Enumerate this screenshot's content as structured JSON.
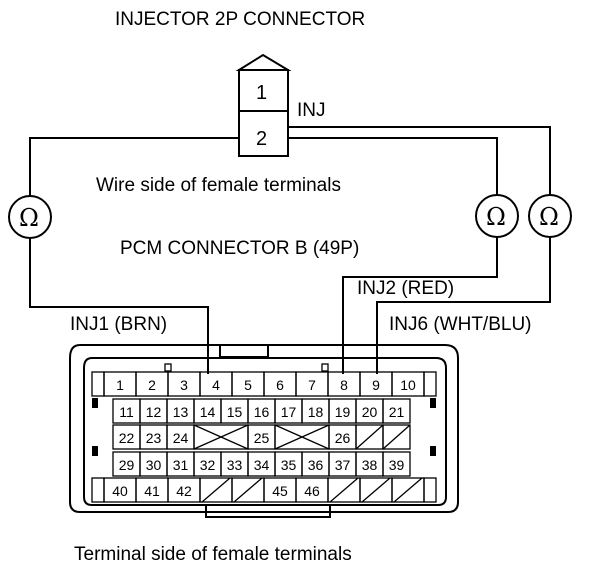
{
  "labels": {
    "injector_connector": "INJECTOR 2P CONNECTOR",
    "inj_wire": "INJ",
    "wire_side": "Wire side of female terminals",
    "pcm_connector": "PCM CONNECTOR B (49P)",
    "inj1": "INJ1 (BRN)",
    "inj2": "INJ2 (RED)",
    "inj6": "INJ6 (WHT/BLU)",
    "terminal_side": "Terminal side of female terminals"
  },
  "injector_pins": [
    "1",
    "2"
  ],
  "ohmmeter_symbol": "Ω",
  "pcm_rows": [
    [
      "1",
      "2",
      "3",
      "4",
      "5",
      "6",
      "7",
      "8",
      "9",
      "10"
    ],
    [
      "11",
      "12",
      "13",
      "14",
      "15",
      "16",
      "17",
      "18",
      "19",
      "20",
      "21"
    ],
    [
      "22",
      "23",
      "24",
      "25",
      "26"
    ],
    [
      "29",
      "30",
      "31",
      "32",
      "33",
      "34",
      "35",
      "36",
      "37",
      "38",
      "39"
    ],
    [
      "40",
      "41",
      "42",
      "45",
      "46"
    ]
  ]
}
